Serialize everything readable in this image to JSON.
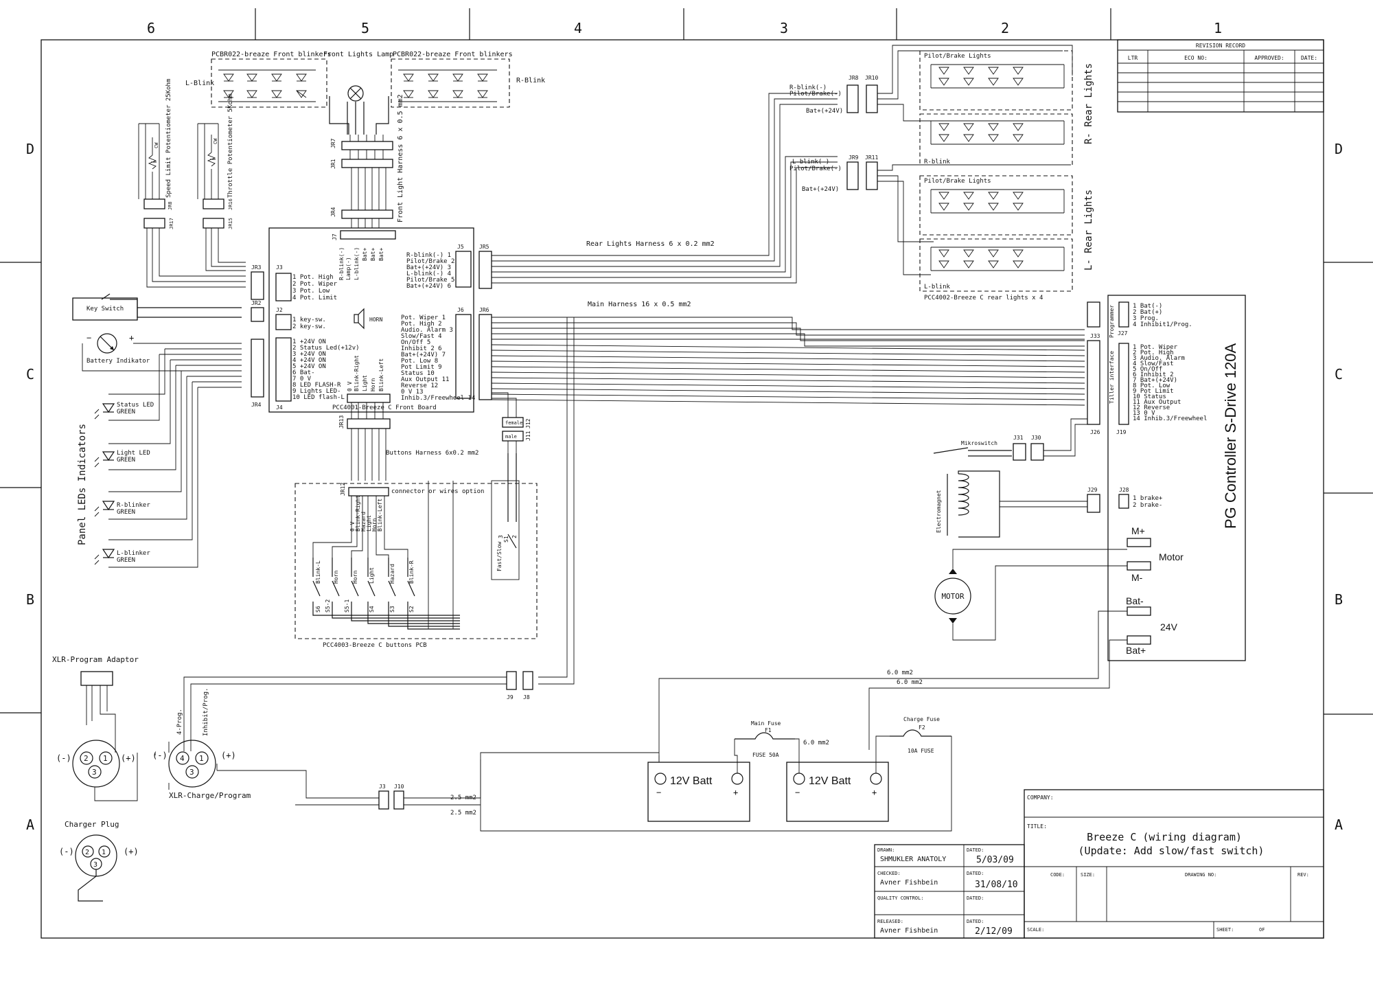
{
  "frame": {
    "columns": [
      "6",
      "5",
      "4",
      "3",
      "2",
      "1"
    ],
    "rows": [
      "D",
      "C",
      "B",
      "A"
    ]
  },
  "revision": {
    "title": "REVISION RECORD",
    "headers": [
      "LTR",
      "ECO NO:",
      "APPROVED:",
      "DATE:"
    ]
  },
  "front": {
    "left_blinker": "PCBR022-breaze Front blinkers",
    "right_blinker": "PCBR022-breaze Front blinkers",
    "lamp": "Front Lights Lamp",
    "l_blink": "L-Blink",
    "r_blink": "R-Blink",
    "harness": "Front Light Harness 6 x 0.5 mm2",
    "jr7": "JR7",
    "jr1": "JR1",
    "jr4": "JR4"
  },
  "pots": {
    "speed": "Speed Limit Potentiometer 25Kohm",
    "throttle": "Throttle Potentiometer 5Kohm",
    "cw": "CW",
    "jr8": "JR8",
    "jr17": "JR17",
    "jr16": "JR16",
    "jr15": "JR15"
  },
  "left": {
    "key_switch": "Key Switch",
    "battery_indicator": "Battery Indikator",
    "panel_leds": "Panel LEDs Indicators",
    "leds": [
      {
        "name": "Status LED",
        "color": "GREEN"
      },
      {
        "name": "Light LED",
        "color": "GREEN"
      },
      {
        "name": "R-blinker",
        "color": "GREEN"
      },
      {
        "name": "L-blinker",
        "color": "GREEN"
      }
    ],
    "jr2": "JR2",
    "jr3": "JR3",
    "jr4": "JR4"
  },
  "front_board": {
    "title": "PCC4001-Breeze C Front Board",
    "j3": "J3",
    "j3_pins": [
      "1 Pot. High",
      "2 Pot. Wiper",
      "3 Pot. Low",
      "4 Pot. Limit"
    ],
    "j2": "J2",
    "j2_pins": [
      "1 key-sw.",
      "2 key-sw."
    ],
    "j4": "J4",
    "j4_pins": [
      "1 +24V ON",
      "2 Status Led(+12v)",
      "3 +24V ON",
      "4 +24V ON",
      "5 +24V ON",
      "6 Bat-",
      "7 0 V",
      "8 LED FLASH-R",
      "9 Lights LED-",
      "10 LED flash-L"
    ],
    "j7": "J7",
    "j7_pins": [
      "R-blink(-)",
      "Lamp(-)",
      "L-blink(-)",
      "Bat+",
      "Bat+",
      "Bat+"
    ],
    "j5": "J5",
    "j5_pins": [
      "R-blink(-) 1",
      "Pilot/Brake 2",
      "Bat+(+24V) 3",
      "L-blink(-) 4",
      "Pilot/Brake 5",
      "Bat+(+24V) 6"
    ],
    "horn": "HORN",
    "j6": "J6",
    "j6_pins": [
      "Pot. Wiper 1",
      "Pot. High 2",
      "Audio. Alarm 3",
      "Slow/Fast 4",
      "On/Off 5",
      "Inhibit 2 6",
      "Bat+(+24V) 7",
      "Pot. Low 8",
      "Pot Limit 9",
      "Status 10",
      "Aux Output 11",
      "Reverse 12",
      "0 V 13",
      "Inhib.3/Freewheel 14"
    ],
    "bottom_pins": [
      "0 V",
      "Blink-Right",
      "Light",
      "Horn",
      "Blink-Left"
    ],
    "jr5": "JR5",
    "jr6": "JR6",
    "jr13": "JR13",
    "female": "female",
    "male": "male",
    "j11": "J11",
    "j12": "J12"
  },
  "buttons": {
    "harness": "Buttons Harness 6x0.2 mm2",
    "connector": "connector or wires option",
    "title": "PCC4003-Breeze C buttons PCB",
    "jr12": "JR12",
    "pins": [
      "0 V",
      "Blink-Right",
      "Hazard",
      "Light",
      "Horn",
      "Blink-Left"
    ],
    "switches": [
      {
        "sw": "S6",
        "label": "Blink-L"
      },
      {
        "sw": "S5-2",
        "label": "Horn"
      },
      {
        "sw": "S5-1",
        "label": "Horn"
      },
      {
        "sw": "S4",
        "label": "Light"
      },
      {
        "sw": "S3",
        "label": "Hazard"
      },
      {
        "sw": "S2",
        "label": "Blink-R"
      }
    ],
    "fast_slow": "Fast/Slow",
    "s1": "S1",
    "s1_pins": [
      "3",
      "2"
    ]
  },
  "rear": {
    "harness": "Rear Lights Harness 6 x 0.2 mm2",
    "main_harness": "Main Harness 16 x 0.5 mm2",
    "r_pins": [
      "R-blink(-)",
      "Pilot/Brake(-)",
      "Bat+(+24V)"
    ],
    "l_pins": [
      "L-blink(-)",
      "Pilot/Brake(-)",
      "Bat+(+24V)"
    ],
    "jr8": "JR8",
    "jr10": "JR10",
    "jr9": "JR9",
    "jr11": "JR11",
    "pilot_brake": "Pilot/Brake Lights",
    "r_blink": "R-blink",
    "l_blink": "L-blink",
    "r_rear": "R- Rear Lights",
    "l_rear": "L- Rear Lights",
    "pcb": "PCC4002-Breeze C rear lights x 4"
  },
  "controller": {
    "title": "PG Controller S-Drive 120A",
    "programmer": "Programmer",
    "tiller": "Tiller interface",
    "j27": "J27",
    "j33": "J33",
    "j26": "J26",
    "j19": "J19",
    "prog_pins": [
      "1 Bat(-)",
      "2 Bat(+)",
      "3 Prog.",
      "4 Inhibit1/Prog."
    ],
    "tiller_pins": [
      "1 Pot. Wiper",
      "2 Pot. High",
      "3 Audio. Alarm",
      "4 Slow/Fast",
      "5 On/Off",
      "6 Inhibit 2",
      "7 Bat+(+24V)",
      "8 Pot. Low",
      "9 Pot Limit",
      "10 Status",
      "11 Aux Output",
      "12 Reverse",
      "13 0 V",
      "14 Inhib.3/Freewheel"
    ],
    "j28": "J28",
    "j28_pins": [
      "1 brake+",
      "2 brake-"
    ],
    "j29": "J29",
    "mikroswitch": "Mikroswitch",
    "j31": "J31",
    "j30": "J30",
    "electromagnet": "Electromagnet",
    "m_plus": "M+",
    "m_minus": "M-",
    "motor_label": "Motor",
    "motor": "MOTOR",
    "bat_minus": "Bat-",
    "bat_plus": "Bat+",
    "v24": "24V"
  },
  "power": {
    "wire1": "6.0 mm2",
    "wire2": "6.0 mm2",
    "main_fuse": "Main Fuse",
    "f1": "F1",
    "fuse50": "FUSE 50A",
    "wire3": "6.0 mm2",
    "charge_fuse": "Charge Fuse",
    "f2": "F2",
    "fuse10": "10A FUSE",
    "batt1": "12V Batt",
    "batt2": "12V Batt",
    "j9": "J9",
    "j8": "J8",
    "j3": "J3",
    "j10": "J10",
    "wire4": "2.5 mm2",
    "wire5": "2.5 mm2"
  },
  "xlr": {
    "adaptor": "XLR-Program Adaptor",
    "charge_program": "XLR-Charge/Program",
    "charger_plug": "Charger Plug",
    "prog4": "4-Prog.",
    "inhibit": "Inhibit/Prog.",
    "minus": "(-)",
    "plus": "(+)"
  },
  "title_block": {
    "company": "COMPANY:",
    "title_label": "TITLE:",
    "title_line1": "Breeze C (wiring diagram)",
    "title_line2": "(Update: Add slow/fast switch)",
    "drawn_label": "DRAWN:",
    "drawn": "SHMUKLER ANATOLY",
    "drawn_date": "5/03/09",
    "checked_label": "CHECKED:",
    "checked": "Avner Fishbein",
    "checked_date": "31/08/10",
    "qc_label": "QUALITY CONTROL:",
    "released_label": "RELEASED:",
    "released": "Avner Fishbein",
    "released_date": "2/12/09",
    "dated": "DATED:",
    "code": "CODE:",
    "size": "SIZE:",
    "drawing_no": "DRAWING NO:",
    "rev": "REV:",
    "scale": "SCALE:",
    "sheet": "SHEET:",
    "of": "OF"
  }
}
